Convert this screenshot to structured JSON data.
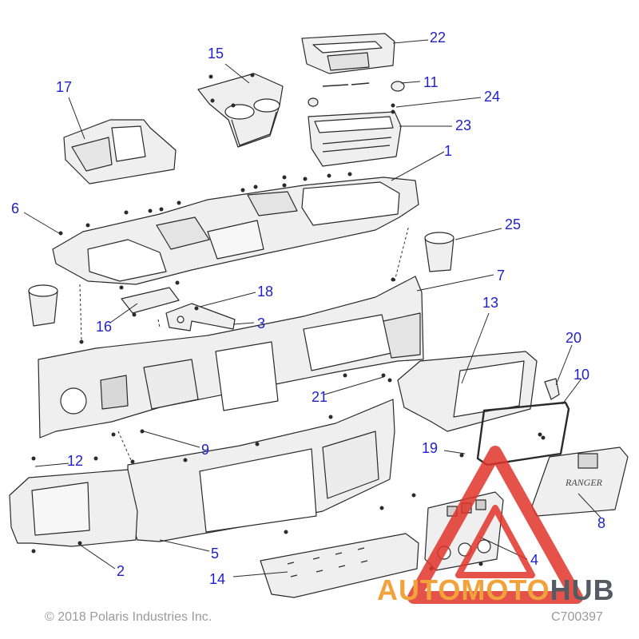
{
  "callouts": {
    "c1": "1",
    "c2": "2",
    "c3": "3",
    "c4": "4",
    "c5": "5",
    "c6": "6",
    "c7": "7",
    "c8": "8",
    "c9": "9",
    "c10": "10",
    "c11": "11",
    "c12": "12",
    "c13": "13",
    "c14": "14",
    "c15": "15",
    "c16": "16",
    "c17": "17",
    "c18": "18",
    "c19": "19",
    "c20": "20",
    "c21": "21",
    "c22": "22",
    "c23": "23",
    "c24": "24",
    "c25": "25"
  },
  "footer": {
    "copyright": "© 2018 Polaris Industries Inc.",
    "code": "C700397"
  },
  "watermark": {
    "part_a": "AUTOMOTO",
    "part_b": "HUB"
  },
  "colors": {
    "callout": "#1f1fd0",
    "line_art": "#2a2a2a",
    "part_fill": "#efefef",
    "watermark_red": "#e0352b",
    "watermark_orange": "#f2a23a",
    "watermark_gray": "#555b63",
    "footer": "#9a9a9a"
  }
}
